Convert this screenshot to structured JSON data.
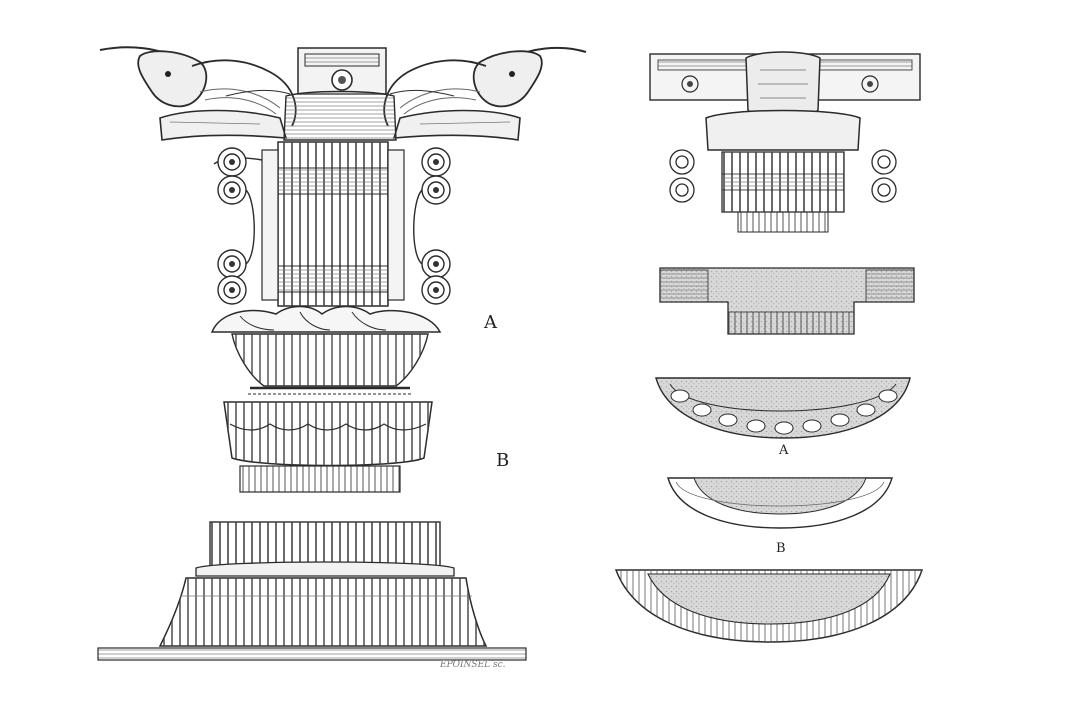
{
  "labels": {
    "column_a": "A",
    "column_b": "B",
    "section_a": "A",
    "section_b": "B"
  },
  "engraver_signature": "EPOINSEL sc.",
  "colors": {
    "ink": "#2b2b2b",
    "hatch": "#555555",
    "tone": "#cfcfcf",
    "paper": "#ffffff"
  }
}
